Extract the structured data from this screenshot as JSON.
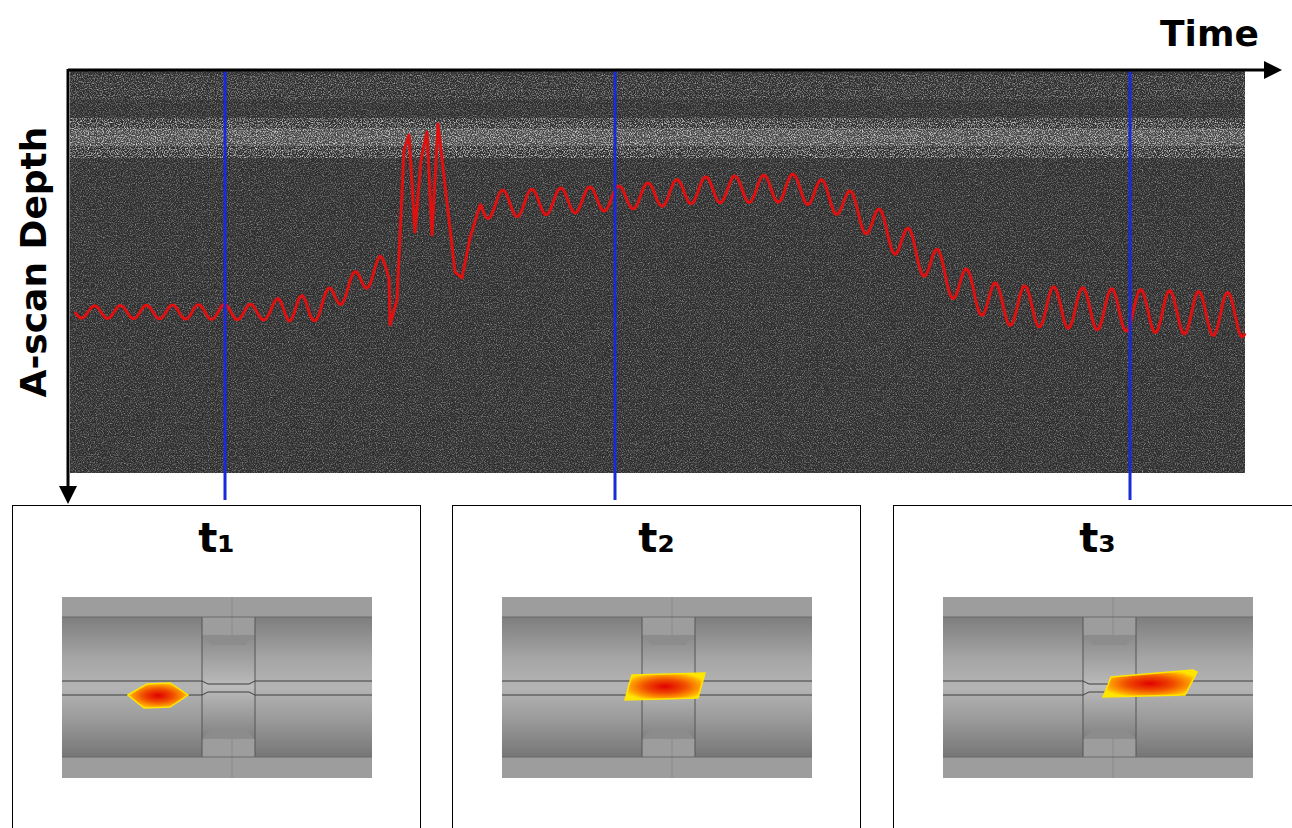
{
  "diagram": {
    "nodes": [
      {
        "text": [
          "t₁"
        ]
      },
      {
        "text": [
          "t₂"
        ]
      },
      {
        "text": [
          "t₃"
        ]
      }
    ],
    "labels": [
      "Time",
      "A-scan Depth"
    ]
  }
}
